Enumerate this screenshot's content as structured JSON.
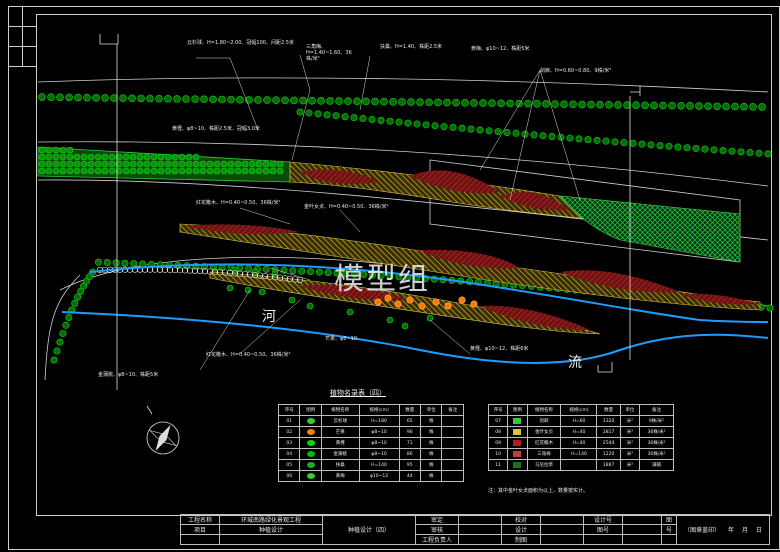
{
  "plan": {
    "labels": {
      "l1": "云杉球、H=1.80~2.00、冠幅100、间距2.5米",
      "l2": "三角梅、H=1.40~1.60、36株/米²",
      "l3": "扶桑、H=1.40、株距2.5米",
      "l4": "黄梅、φ10~12、株距5米",
      "l5": "黄槿、φ8~10、株距2.5米、冠幅3.0米",
      "l6": "剑麻、H=0.60~0.80、9株/米²",
      "l7": "红花檵木、H=0.40~0.50、36株/米²",
      "l8": "金叶女贞、H=0.40~0.50、36株/米²",
      "l9": "红花檵木、H=0.40~0.50、36株/米²",
      "l10": "芒果、φ8~10",
      "l11": "金蒲桃、φ8~10、株距5米",
      "l12": "黄槿、φ10~12、株距6米"
    },
    "river_left": "河",
    "river_right": "流"
  },
  "watermark": "模型组",
  "table_title": "植物名录表（四）",
  "table_headers": [
    "序号",
    "图例",
    "植物名称",
    "规格(cm)",
    "数量",
    "单位",
    "备注"
  ],
  "table_left": [
    [
      "01",
      "云杉球",
      "H=180",
      "65",
      "株",
      ""
    ],
    [
      "02",
      "芒果",
      "φ8~10",
      "96",
      "株",
      ""
    ],
    [
      "03",
      "黄槿",
      "φ8~10",
      "71",
      "株",
      ""
    ],
    [
      "04",
      "金蒲桃",
      "φ8~10",
      "86",
      "株",
      ""
    ],
    [
      "05",
      "扶桑",
      "H=140",
      "95",
      "株",
      ""
    ],
    [
      "06",
      "黄梅",
      "φ10~12",
      "44",
      "株",
      ""
    ]
  ],
  "table_right": [
    [
      "07",
      "剑麻",
      "H=60",
      "1320",
      "米²",
      "9株/米²"
    ],
    [
      "08",
      "金叶女贞",
      "H=40",
      "2817",
      "米²",
      "36株/米²"
    ],
    [
      "09",
      "红花檵木",
      "H=40",
      "2544",
      "米²",
      "36株/米²"
    ],
    [
      "10",
      "三角梅",
      "H=140",
      "1220",
      "米²",
      "36株/米²"
    ],
    [
      "11",
      "马尼拉草",
      "",
      "1887",
      "米²",
      "满铺"
    ]
  ],
  "table_note": "注：其中金叶女贞面积为以上，数量按实计。",
  "title_block": {
    "project_label": "工程名称",
    "project_name": "环城南路绿化景观工程",
    "item_label": "项目",
    "item_name": "种植设计",
    "drawing_name": "种植设计（四）",
    "approve": "审定",
    "review": "审核",
    "lead": "工程负责人",
    "check": "校对",
    "design": "设计",
    "draw": "制图",
    "design_no": "设计号",
    "drawing_no": "图号",
    "sheet": "图",
    "sheet2": "号",
    "date_label": "（图章盖印）",
    "year": "年",
    "month": "月",
    "day": "日"
  },
  "colors": {
    "bg": "#000000",
    "tree_green": "#00dd00",
    "river": "#1e9bff",
    "hatch_red": "#aa1f1f",
    "hatch_yellow": "#d8c23a",
    "tree_orange": "#ff7a00"
  }
}
